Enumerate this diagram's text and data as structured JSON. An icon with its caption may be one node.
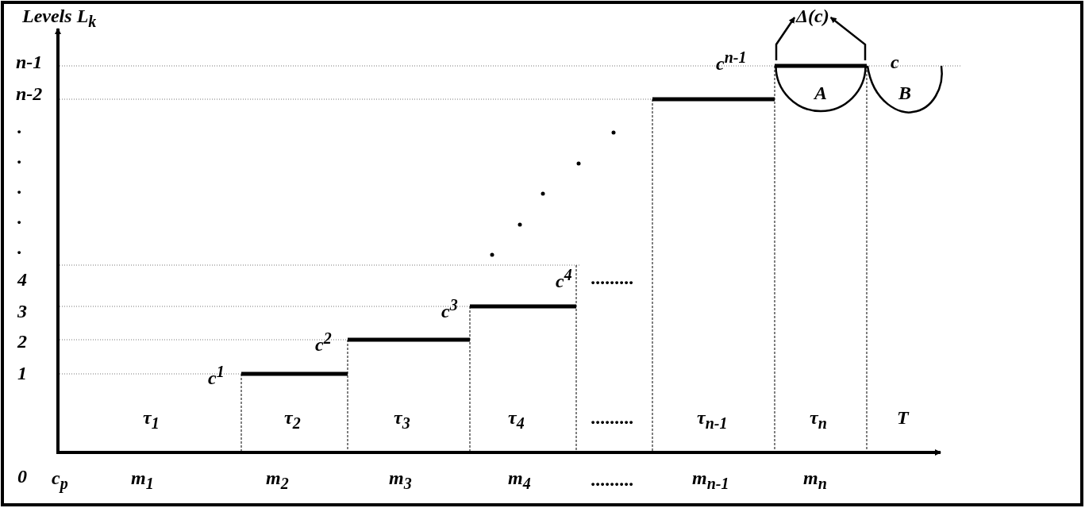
{
  "diagram": {
    "nodes": [
      {
        "text": [
          "Δ(c)"
        ]
      },
      {
        "text": [
          "A"
        ]
      },
      {
        "text": [
          "B"
        ]
      }
    ],
    "edges": [
      {
        "from": 1,
        "to": 0,
        "arrow": "to"
      },
      {
        "from": 1,
        "to": 0,
        "arrow": "to"
      }
    ],
    "labels": [
      "Levels L$_{k}$",
      "n-1",
      "c$^{n-1}$",
      "c",
      "n-2",
      ".",
      ".",
      ".",
      ".",
      ".",
      "4",
      "c$^{4}$",
      ".........",
      "3",
      "c$^{3}$",
      "2",
      "c$^{2}$",
      "1",
      "c$^{1}$",
      "τ$_{1}$",
      "τ$_{2}$",
      "τ$_{3}$",
      "τ$_{4}$",
      ".........",
      "τ$_{n-1}$",
      "τ$_{n}$",
      "T",
      "0",
      "c$_{p}$",
      "m$_{1}$",
      "m$_{2}$",
      "m$_{3}$",
      "m$_{4}$",
      ".........",
      "m$_{n-1}$",
      "m$_{n}$"
    ]
  }
}
